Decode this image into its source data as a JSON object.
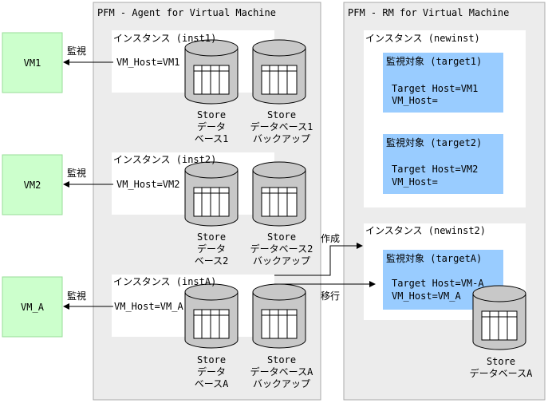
{
  "agent_panel": {
    "title": "PFM - Agent for Virtual Machine"
  },
  "rm_panel": {
    "title": "PFM - RM for Virtual Machine"
  },
  "vms": [
    {
      "name": "VM1",
      "arrow_label": "監視",
      "host_label": "VM_Host=VM1"
    },
    {
      "name": "VM2",
      "arrow_label": "監視",
      "host_label": "VM_Host=VM2"
    },
    {
      "name": "VM_A",
      "arrow_label": "監視",
      "host_label": "VM_Host=VM_A"
    }
  ],
  "agent_instances": [
    {
      "title": "インスタンス (inst1)",
      "store_db": [
        "Store",
        "データ",
        "ベース1"
      ],
      "store_backup": [
        "Store",
        "データベース1",
        "バックアップ"
      ]
    },
    {
      "title": "インスタンス (inst2)",
      "store_db": [
        "Store",
        "データ",
        "ベース2"
      ],
      "store_backup": [
        "Store",
        "データベース2",
        "バックアップ"
      ]
    },
    {
      "title": "インスタンス (instA)",
      "store_db": [
        "Store",
        "データ",
        "ベースA"
      ],
      "store_backup": [
        "Store",
        "データベースA",
        "バックアップ"
      ]
    }
  ],
  "rm_instances": [
    {
      "title": "インスタンス (newinst)",
      "targets": [
        {
          "title": "監視対象 (target1)",
          "host": "Target Host=VM1",
          "vm_host": "VM_Host="
        },
        {
          "title": "監視対象 (target2)",
          "host": "Target Host=VM2",
          "vm_host": "VM_Host="
        }
      ]
    },
    {
      "title": "インスタンス (newinst2)",
      "targets": [
        {
          "title": "監視対象 (targetA)",
          "host": "Target Host=VM-A",
          "vm_host": "VM_Host=VM_A"
        }
      ],
      "store_db": [
        "Store",
        "データベースA"
      ]
    }
  ],
  "arrows": {
    "create": "作成",
    "migrate": "移行"
  },
  "colors": {
    "vm_fill": "#ccffcc",
    "vm_border": "#99dd99",
    "panel_fill": "#ececec",
    "panel_border": "#aaaaaa",
    "target_fill": "#99ccff",
    "cylinder_fill": "#c8c8c8"
  }
}
